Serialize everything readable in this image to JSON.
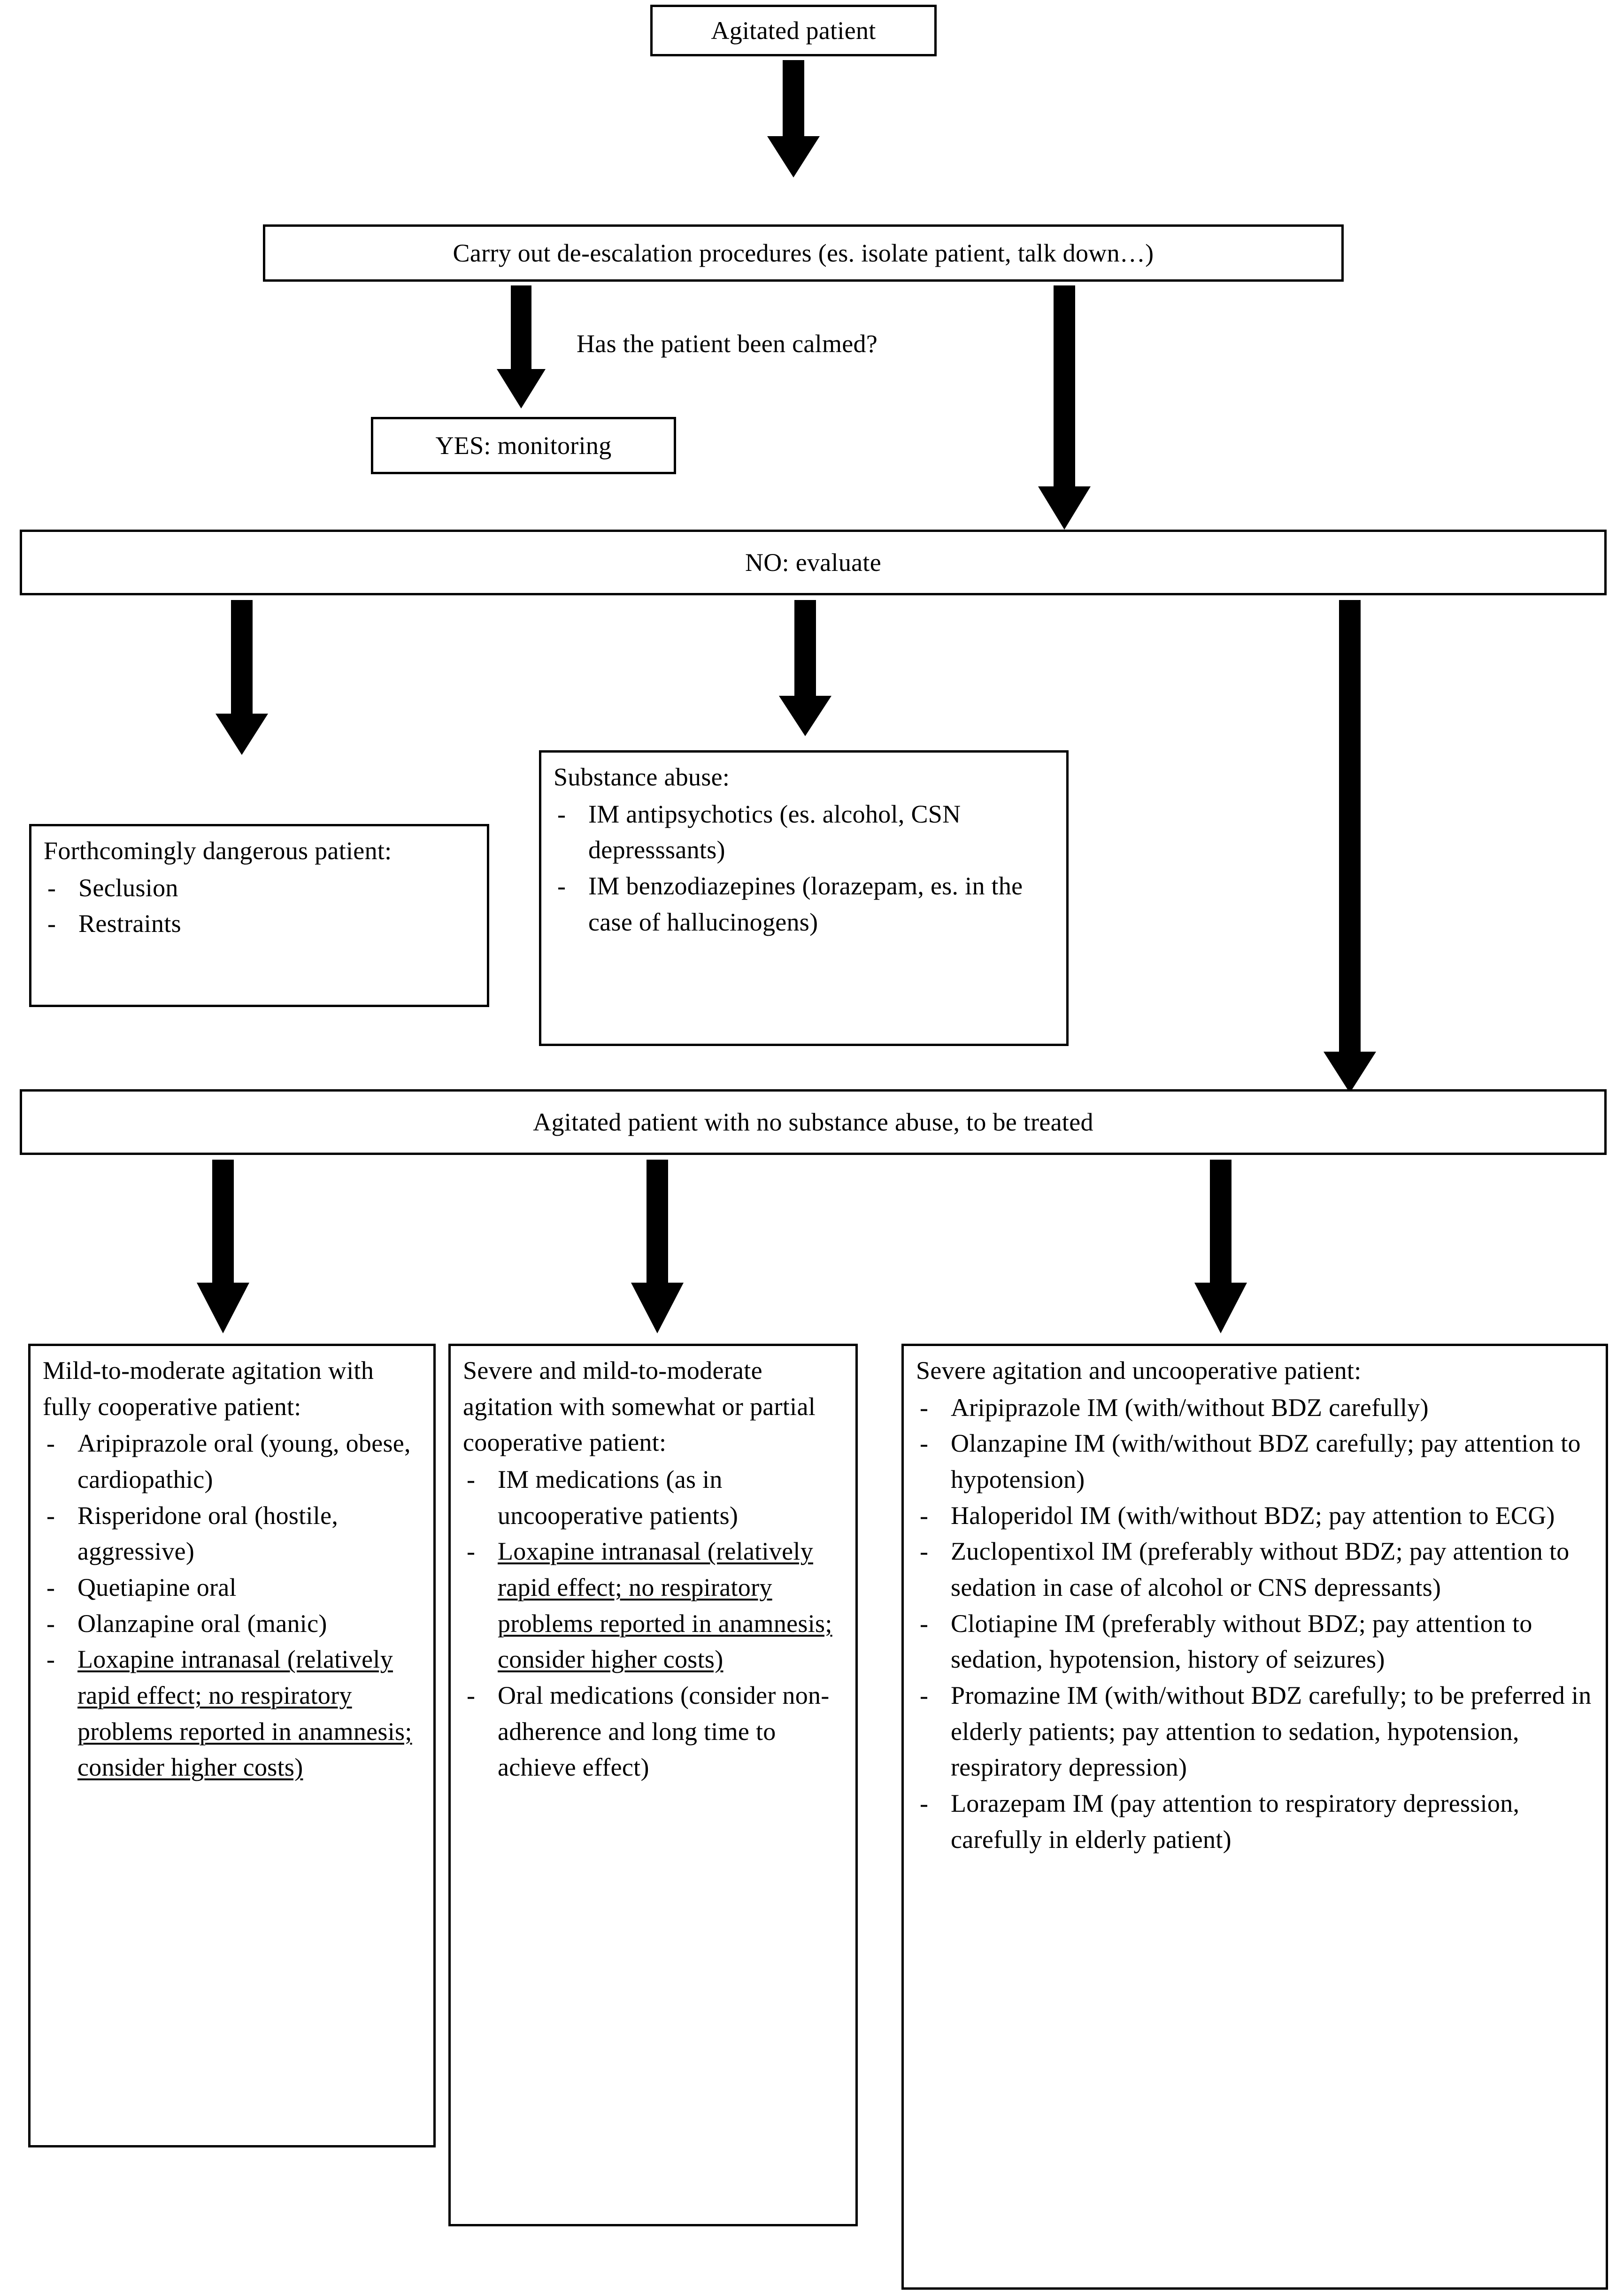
{
  "nodes": {
    "start": "Agitated patient",
    "deescalation": "Carry out de-escalation procedures (es. isolate patient, talk down…)",
    "decision_label": "Has the patient been calmed?",
    "yes": "YES: monitoring",
    "no": "NO: evaluate",
    "dangerous": {
      "title": "Forthcomingly dangerous patient:",
      "items": [
        "Seclusion",
        "Restraints"
      ]
    },
    "substance": {
      "title": "Substance abuse:",
      "items": [
        "IM antipsychotics (es. alcohol, CSN depresssants)",
        "IM benzodiazepines (lorazepam, es. in the case of hallucinogens)"
      ]
    },
    "treated": "Agitated patient with no substance abuse, to be treated",
    "col1": {
      "title": "Mild-to-moderate agitation with fully cooperative patient:",
      "items": [
        {
          "text": "Aripiprazole oral (young, obese, cardiopathic)",
          "underline": false
        },
        {
          "text": "Risperidone oral (hostile, aggressive)",
          "underline": false
        },
        {
          "text": "Quetiapine oral",
          "underline": false
        },
        {
          "text": "Olanzapine oral (manic)",
          "underline": false
        },
        {
          "text": "Loxapine intranasal (relatively rapid effect; no respiratory problems reported in anamnesis; consider higher costs)",
          "underline": true
        }
      ]
    },
    "col2": {
      "title": "Severe and mild-to-moderate agitation with somewhat or partial cooperative patient:",
      "items": [
        {
          "text": "IM medications (as in uncooperative patients)",
          "underline": false
        },
        {
          "text": "Loxapine intranasal (relatively rapid effect; no respiratory problems reported in anamnesis; consider higher costs)",
          "underline": true
        },
        {
          "text": "Oral medications (consider non-adherence and long time to achieve effect)",
          "underline": false
        }
      ]
    },
    "col3": {
      "title": "Severe agitation and uncooperative patient:",
      "items": [
        {
          "text": "Aripiprazole IM (with/without BDZ carefully)",
          "underline": false
        },
        {
          "text": "Olanzapine IM (with/without BDZ carefully; pay attention to hypotension)",
          "underline": false
        },
        {
          "text": "Haloperidol IM (with/without BDZ; pay attention to ECG)",
          "underline": false
        },
        {
          "text": "Zuclopentixol IM (preferably without BDZ; pay attention to sedation in case of alcohol or CNS depressants)",
          "underline": false
        },
        {
          "text": "Clotiapine IM (preferably without BDZ; pay attention to sedation, hypotension, history of seizures)",
          "underline": false
        },
        {
          "text": "Promazine IM (with/without BDZ carefully; to be preferred in elderly patients; pay attention to sedation, hypotension, respiratory depression)",
          "underline": false
        },
        {
          "text": "Lorazepam IM (pay attention to respiratory depression, carefully in elderly patient)",
          "underline": false
        }
      ]
    }
  },
  "bullet": "-",
  "colors": {
    "stroke": "#000000",
    "fill": "#ffffff"
  }
}
